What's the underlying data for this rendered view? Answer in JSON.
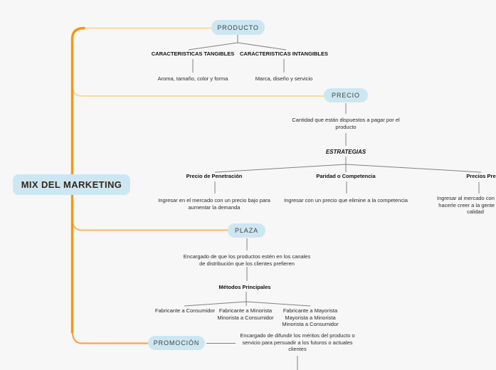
{
  "theme": {
    "background": "#f7f7f7",
    "node_fill": "#cde7f2",
    "node_text": "#3f3f3f",
    "root_text": "#33261a",
    "trunk_orange": "#f99701",
    "branch_light": "#fbd9a6",
    "branch_mid": "#ffb45e",
    "branch_deep": "#f9a54a",
    "connector_gray": "#818181",
    "text_dark": "#1f1f1f"
  },
  "root": {
    "label": "MIX DEL MARKETING"
  },
  "producto": {
    "label": "PRODUCTO",
    "tangibles_title": "CARACTERISTICAS TANGIBLES",
    "tangibles_detail": "Aroma, tamaño, color y forma",
    "intangibles_title": "CARACTERISTICAS INTANGIBLES",
    "intangibles_detail": "Marca, diseño y servicio"
  },
  "precio": {
    "label": "PRECIO",
    "description": "Cantidad que están dispuestos a pagar por el\nproducto",
    "strategies_title": "ESTRATEGIAS",
    "strategies": [
      {
        "title": "Precio de Penetración",
        "detail": "Ingresar en el mercado con un precio bajo para\naumentar la demanda"
      },
      {
        "title": "Paridad o Competencia",
        "detail": "Ingresar con un precio que elimine a la competencia"
      },
      {
        "title": "Precios Premium",
        "detail": "Ingresar al mercado con un prec\nhacerle creer a la gente que es\ncalidad"
      }
    ]
  },
  "plaza": {
    "label": "PLAZA",
    "description": "Encargado de que los productos estén en los canales\nde distribución que los clientes prefieren",
    "methods_title": "Métodos Principales",
    "methods": [
      "Fabricante a Consumidor",
      "Fabricante a Minorista\nMinorista a Consumidor",
      "Fabricante a Mayorista\nMayorista a Minorista\nMinorista a Consumidor"
    ]
  },
  "promocion": {
    "label": "PROMOCIÓN",
    "description": "Encargado de difundir los méritos del producto o\nservicio para persuadir a los futuros o actuales\nclientes"
  }
}
